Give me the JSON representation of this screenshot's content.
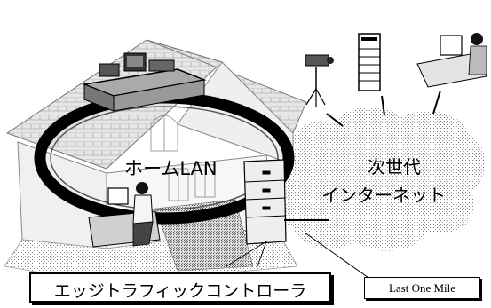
{
  "labels": {
    "home_lan": "ホームLAN",
    "next_gen_line1": "次世代",
    "next_gen_line2": "インターネット",
    "edge_controller": "エッジトラフィックコントローラ",
    "last_one_mile": "Last One Mile"
  },
  "icons": [
    "house-illustration",
    "desk-with-pc-icon",
    "video-camera-icon",
    "server-rack-icon",
    "workstation-user-icon",
    "cabinet-icon",
    "person-at-desk-icon",
    "internet-cloud-icon"
  ],
  "colors": {
    "ink": "#000000",
    "dither": "#bdbdbd"
  }
}
